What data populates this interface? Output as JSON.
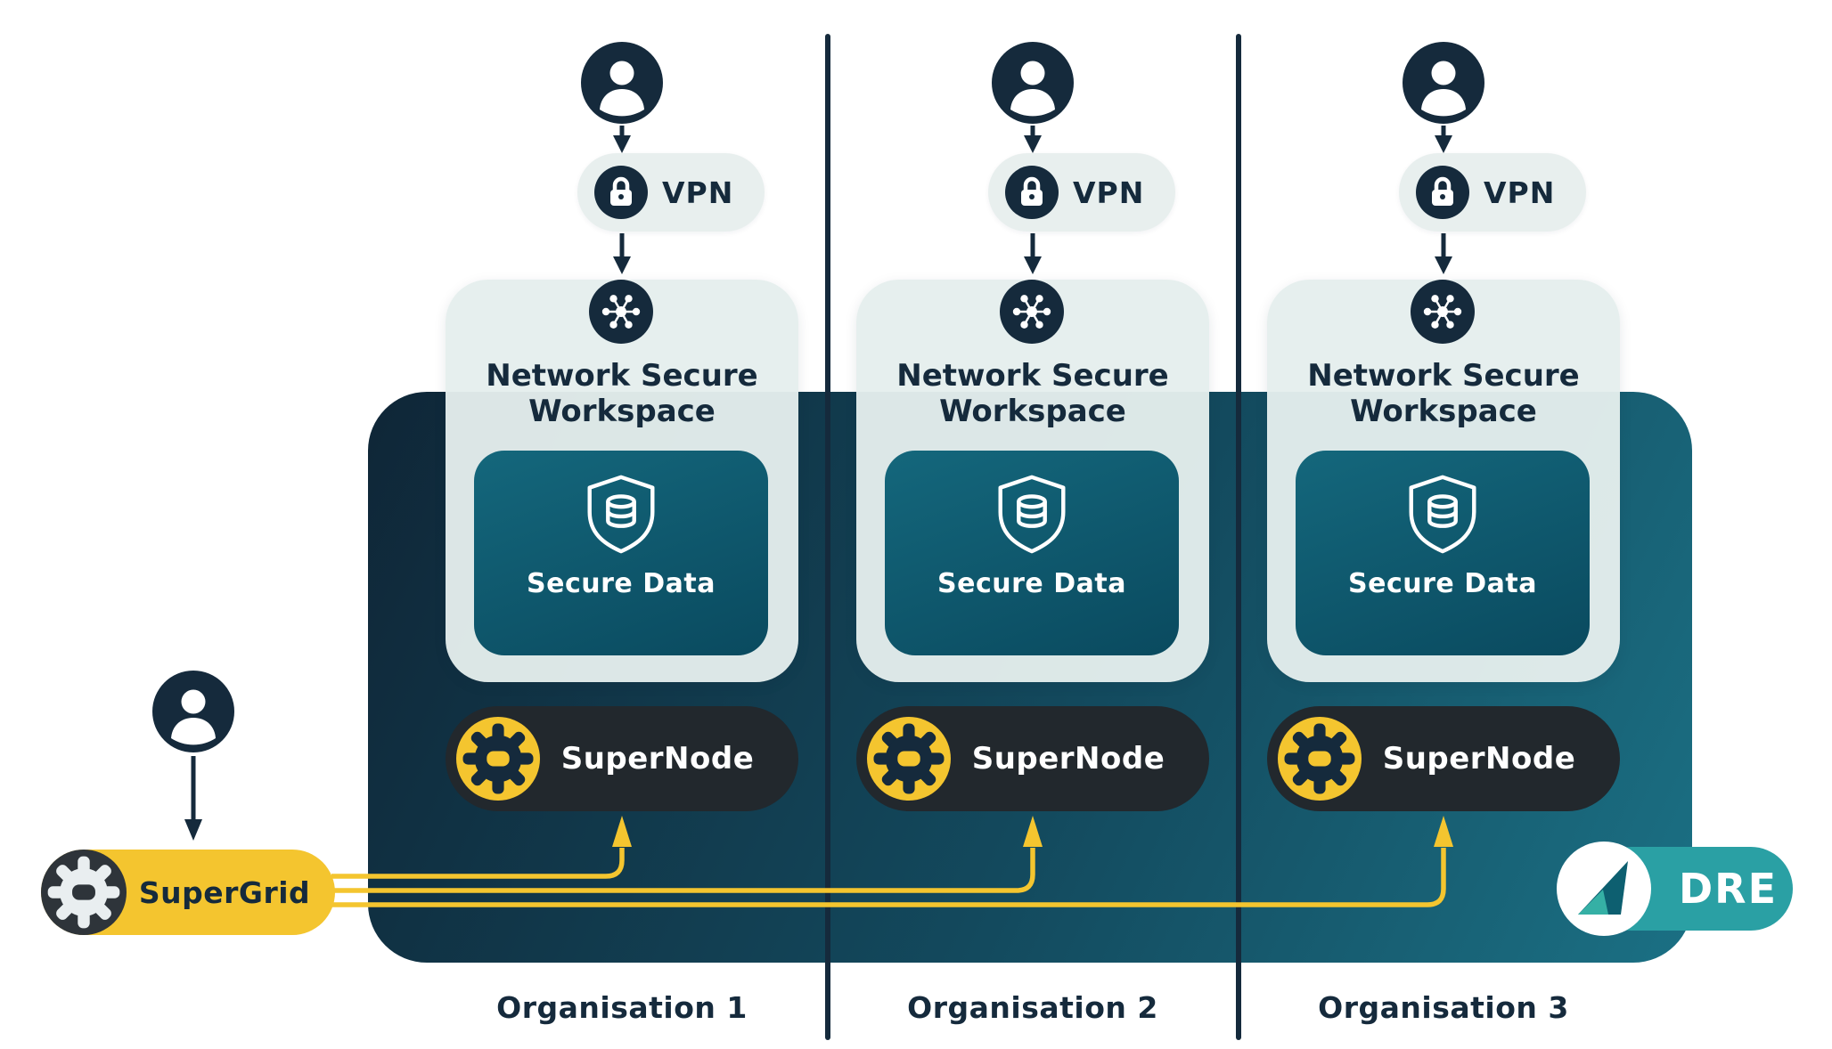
{
  "diagram": {
    "organisations": [
      {
        "name": "Organisation 1",
        "vpn": "VPN",
        "workspace": "Network Secure Workspace",
        "secure_data": "Secure Data",
        "supernode": "SuperNode"
      },
      {
        "name": "Organisation 2",
        "vpn": "VPN",
        "workspace": "Network Secure Workspace",
        "secure_data": "Secure Data",
        "supernode": "SuperNode"
      },
      {
        "name": "Organisation 3",
        "vpn": "VPN",
        "workspace": "Network Secure Workspace",
        "secure_data": "Secure Data",
        "supernode": "SuperNode"
      }
    ],
    "supergrid": {
      "label": "SuperGrid"
    },
    "logo": {
      "label": "DRE"
    },
    "icons": {
      "user": "user-icon",
      "lock": "lock-icon",
      "network": "network-hub-icon",
      "secure_data": "shield-database-icon",
      "gear": "gear-icon",
      "logo_mark": "dre-triangle-icon"
    },
    "colors": {
      "navy": "#152a3c",
      "card_light": "#e5eeed",
      "yellow": "#f4c52f",
      "supernode_bg": "#22282d",
      "grid_circle": "#2e343a",
      "dre_teal": "#2aa0a4",
      "secure_top": "#14677c",
      "secure_bottom": "#0a4a5f",
      "bg_start": "#0f2637",
      "bg_mid": "#134a5e",
      "bg_end": "#1b7084",
      "white": "#ffffff"
    }
  }
}
